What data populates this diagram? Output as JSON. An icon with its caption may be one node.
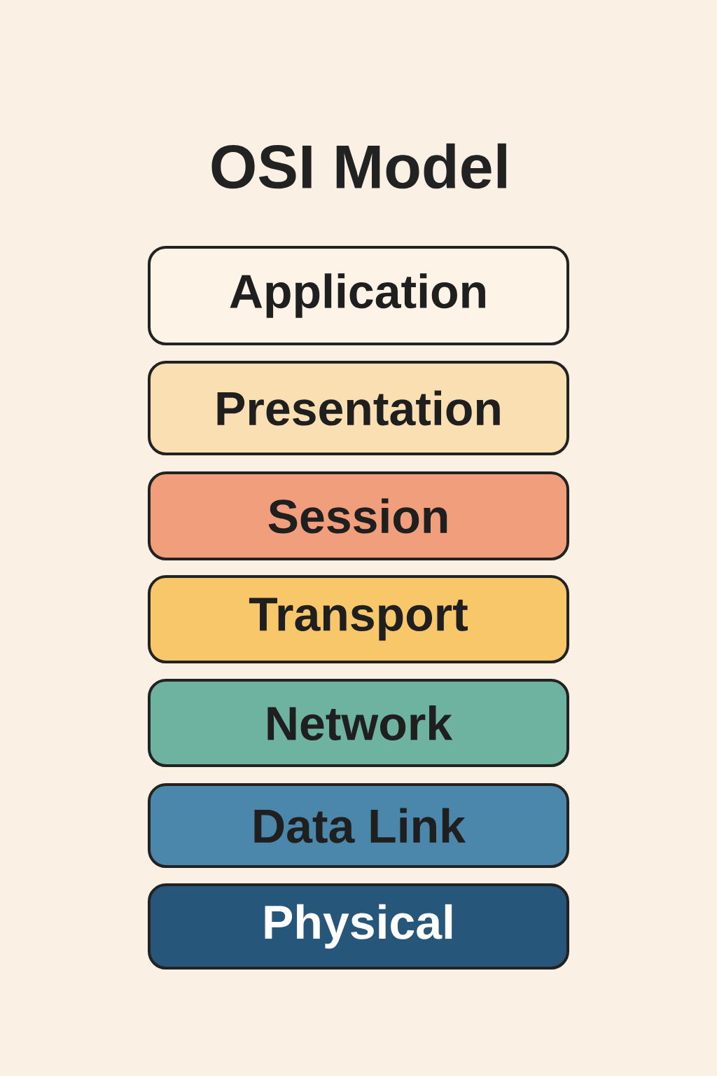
{
  "diagram": {
    "title": "OSI Model",
    "nodes": [
      {
        "text": [
          "Application"
        ]
      },
      {
        "text": [
          "Presentation"
        ]
      },
      {
        "text": [
          "Session"
        ]
      },
      {
        "text": [
          "Transport"
        ]
      },
      {
        "text": [
          "Network"
        ]
      },
      {
        "text": [
          "Data Link"
        ]
      },
      {
        "text": [
          "Physical"
        ]
      }
    ]
  }
}
